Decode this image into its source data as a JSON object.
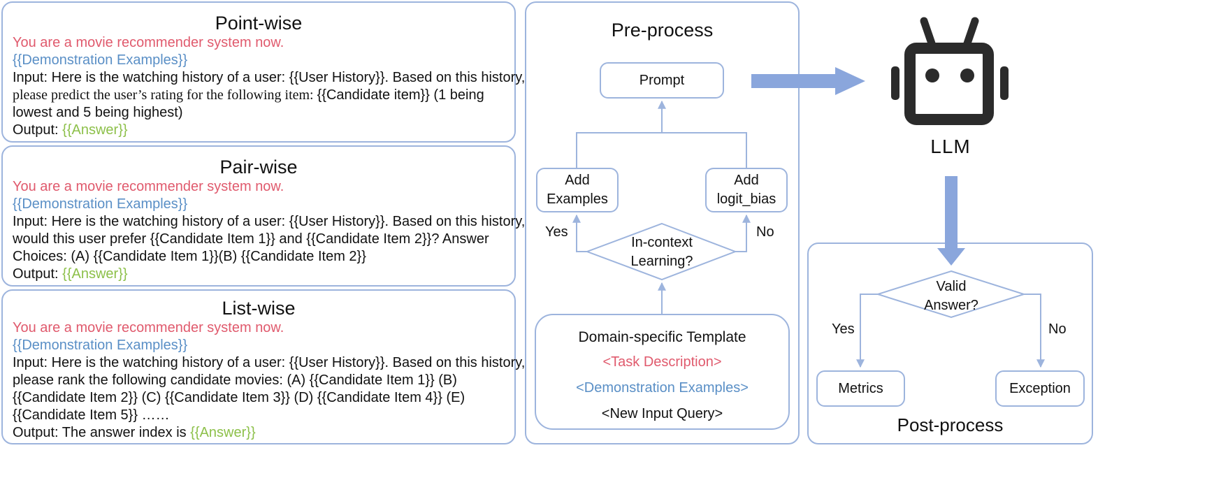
{
  "pointwise": {
    "title": "Point-wise",
    "role": "You are a movie recommender system now.",
    "demo": "{{Demonstration  Examples}}",
    "input_l1_a": "Input: Here is the watching history of a user: ",
    "input_l1_b": "{{User History}}",
    "input_l1_c": ". Based on this history,",
    "input_l2_a": "please predict the user’s rating for the following item: ",
    "input_l2_b": "{{Candidate item}}",
    "input_l2_c": " (1 being",
    "input_l3": "lowest and 5 being highest)",
    "output_label": "Output: ",
    "output_value": "{{Answer}}"
  },
  "pairwise": {
    "title": "Pair-wise",
    "role": "You are a movie recommender system now.",
    "demo": "{{Demonstration  Examples}}",
    "input_l1_a": "Input: Here is the watching history of a user: ",
    "input_l1_b": "{{User History}}",
    "input_l1_c": ". Based on this history,",
    "input_l2_a": "would this user prefer ",
    "input_l2_b": "{{Candidate Item 1}}",
    "input_l2_c": " and ",
    "input_l2_d": "{{Candidate Item 2}}",
    "input_l2_e": "? Answer",
    "input_l3_a": "Choices: (A) ",
    "input_l3_b": "{{Candidate Item 1}}",
    "input_l3_c": "(B) ",
    "input_l3_d": "{{Candidate Item 2}}",
    "output_label": "Output: ",
    "output_value": "{{Answer}}"
  },
  "listwise": {
    "title": "List-wise",
    "role": "You are a movie recommender system now.",
    "demo": "{{Demonstration  Examples}}",
    "input_l1_a": "Input: Here is the watching history of a user: ",
    "input_l1_b": "{{User History}}",
    "input_l1_c": ". Based on this history,",
    "input_l2_a": "please rank the following candidate movies: (A) ",
    "input_l2_b": "{{Candidate Item 1}}",
    "input_l2_c": " (B)",
    "input_l3_a": "{{Candidate Item 2}}",
    "input_l3_b": " (C) ",
    "input_l3_c": "{{Candidate Item 3}}",
    "input_l3_d": " (D) ",
    "input_l3_e": "{{Candidate Item 4}}",
    "input_l3_f": " (E)",
    "input_l4_a": "{{Candidate Item 5}}",
    "input_l4_b": " ……",
    "output_label": "Output: The answer index is ",
    "output_value": "{{Answer}}"
  },
  "preprocess": {
    "title": "Pre-process",
    "prompt": "Prompt",
    "add_examples": "Add\nExamples",
    "add_logit_bias": "Add\nlogit_bias",
    "yes": "Yes",
    "no": "No",
    "decision": "In-context\nLearning?",
    "template_title": "Domain-specific Template",
    "task_desc": "<Task Description>",
    "demo_examples": "<Demonstration Examples>",
    "new_query": "<New Input Query>"
  },
  "llm": {
    "label": "LLM",
    "icon": "robot-icon"
  },
  "postprocess": {
    "title": "Post-process",
    "decision": "Valid\nAnswer?",
    "yes": "Yes",
    "no": "No",
    "metrics": "Metrics",
    "exception": "Exception"
  },
  "colors": {
    "border": "#9db4dd",
    "red": "#e05a6d",
    "blue": "#5a8fc6",
    "green": "#8dc04a",
    "arrow": "#8aa6dc",
    "robot": "#2b2b2b"
  }
}
